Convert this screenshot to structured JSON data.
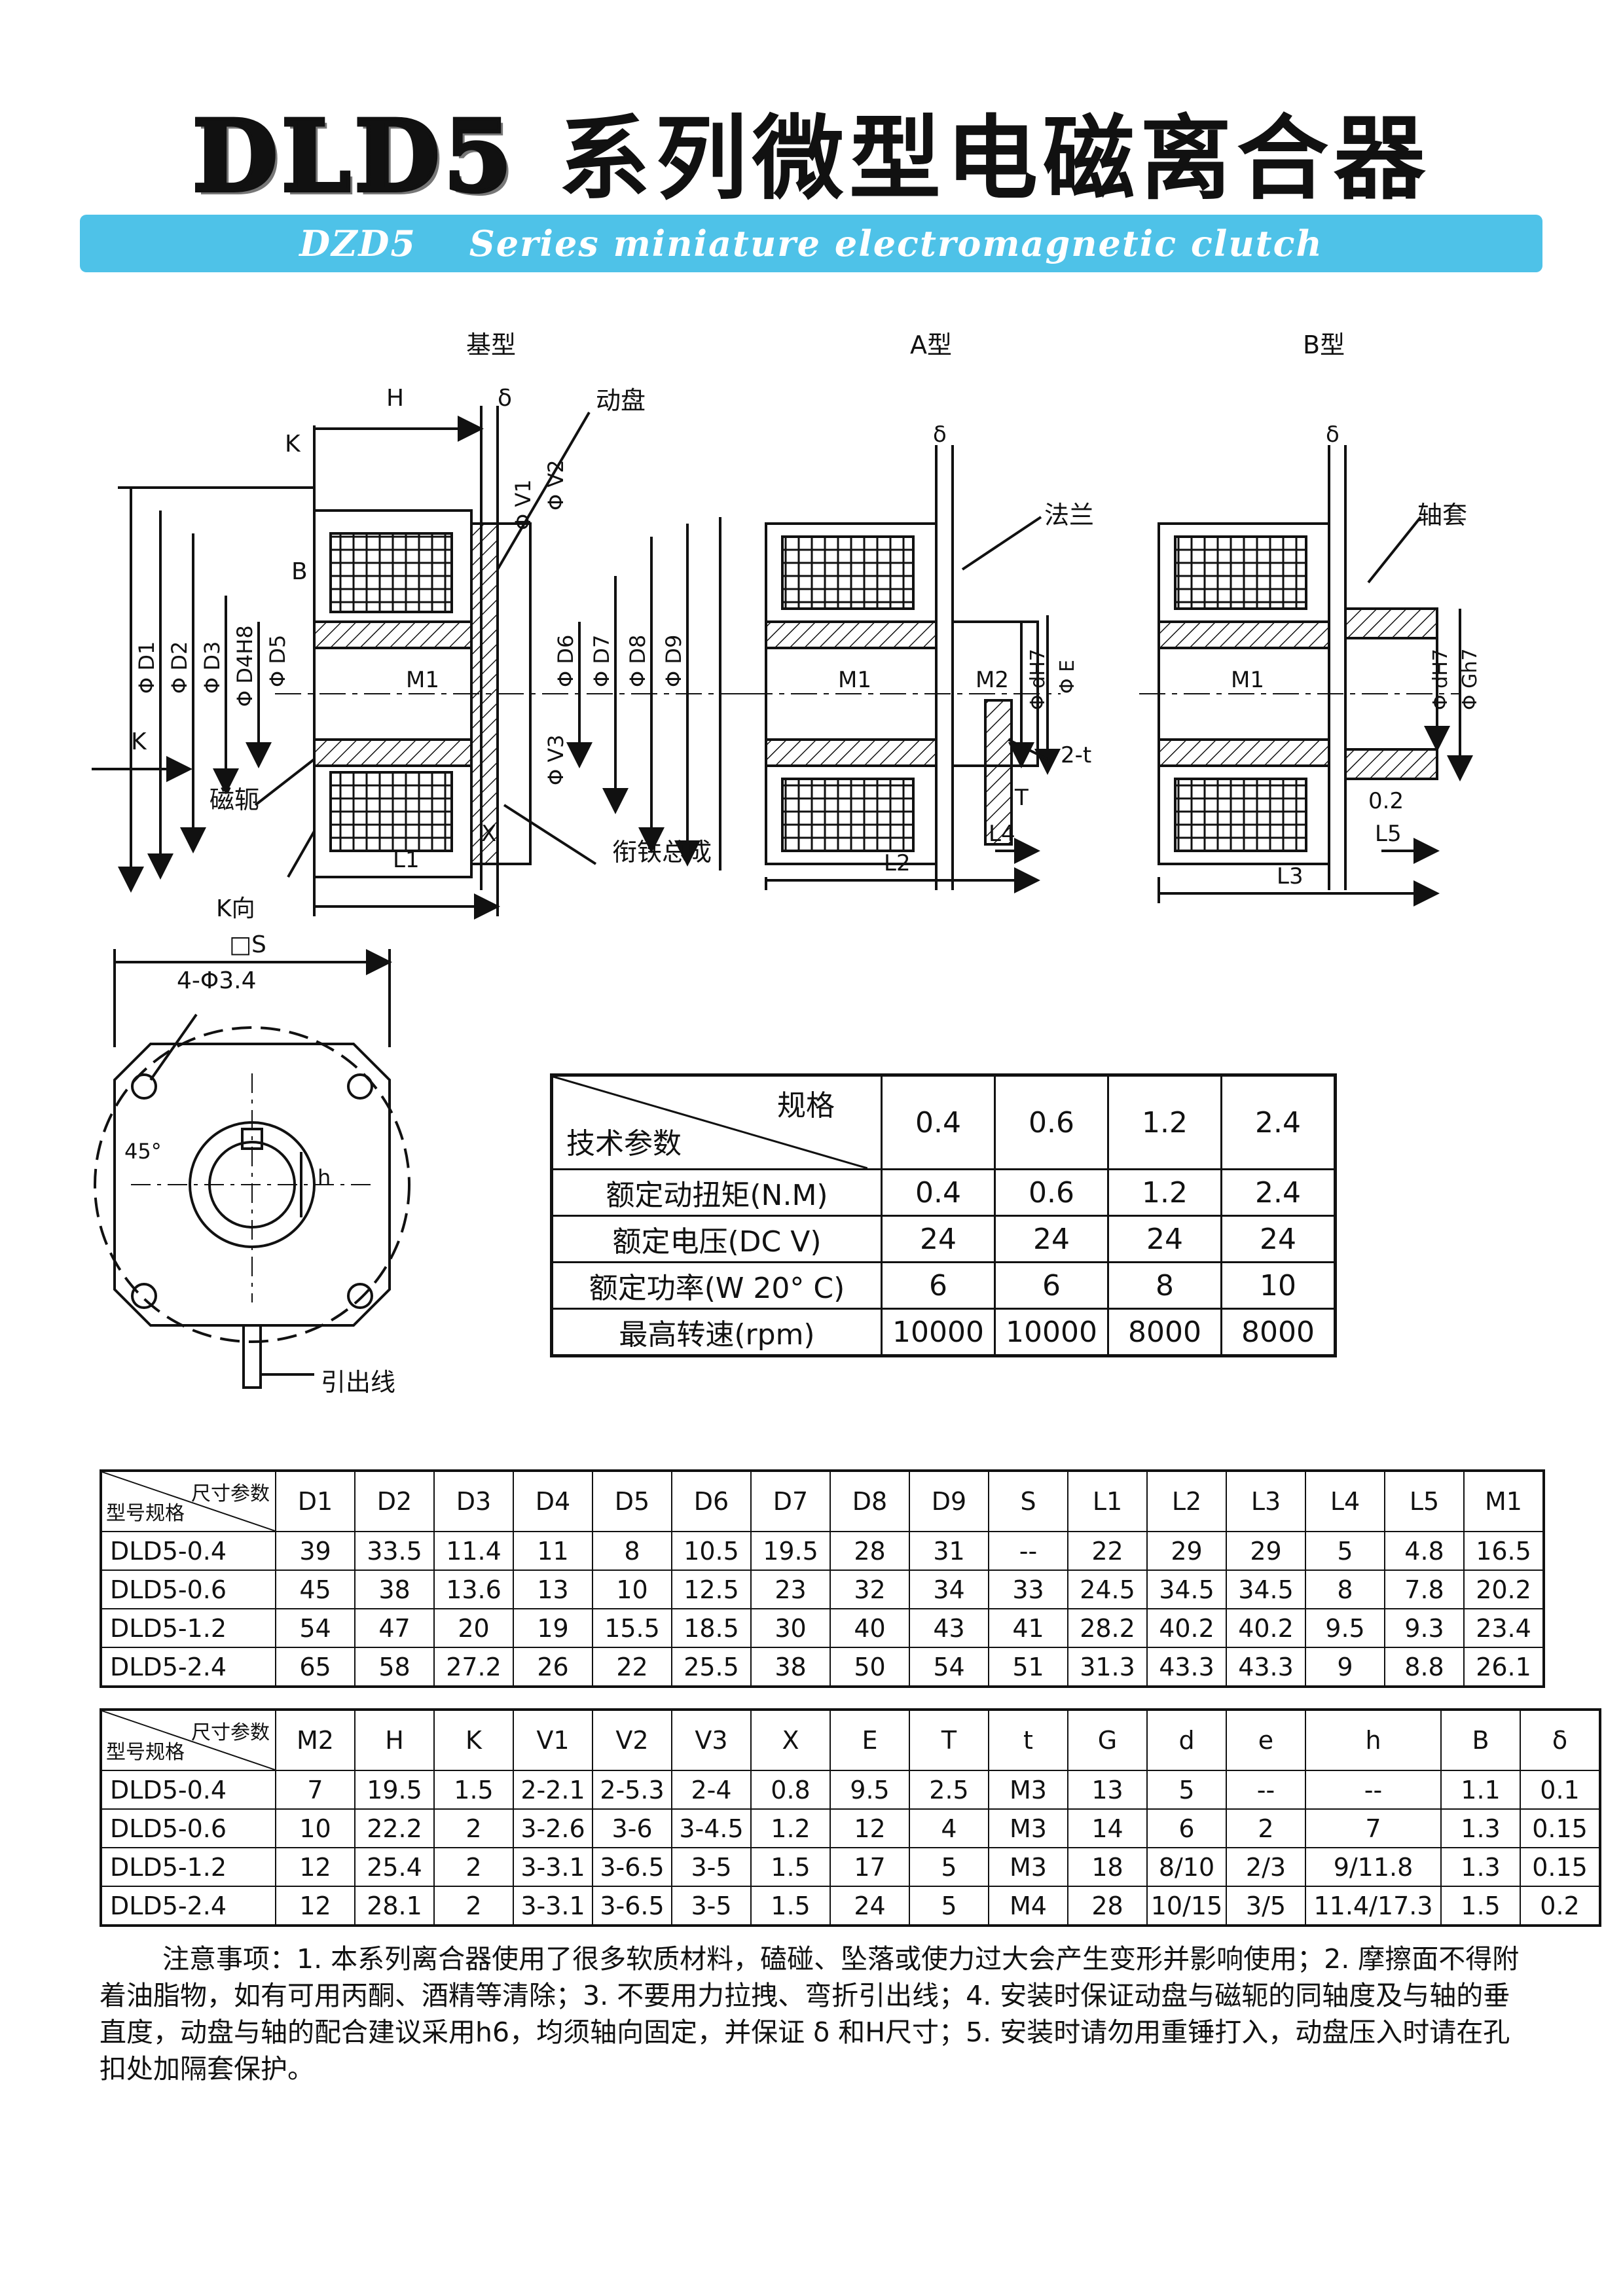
{
  "title": {
    "model": "DLD5",
    "name": "系列微型电磁离合器"
  },
  "subtitle": {
    "code": "DZD5",
    "text": "Series miniature electromagnetic clutch"
  },
  "drawing": {
    "views": {
      "base": "基型",
      "a": "A型",
      "b": "B型",
      "k": "K向"
    },
    "callouts": {
      "moving_disc": "动盘",
      "yoke": "磁轭",
      "armature": "衔铁总成",
      "flange": "法兰",
      "sleeve": "轴套",
      "lead": "引出线"
    },
    "dims": {
      "H": "H",
      "delta": "δ",
      "K": "K",
      "B": "B",
      "D1": "Φ D1",
      "D2": "Φ D2",
      "D3": "Φ D3",
      "D4": "Φ D4H8",
      "D5": "Φ D5",
      "V1": "Φ V1",
      "V2": "Φ V2",
      "V3": "Φ V3",
      "D6": "Φ D6",
      "D7": "Φ D7",
      "D8": "Φ D8",
      "D9": "Φ D9",
      "M1": "M1",
      "M2": "M2",
      "X": "X",
      "L1": "L1",
      "L2": "L2",
      "L3": "L3",
      "L4": "L4",
      "L5": "L5",
      "dH7": "Φ dH7",
      "E": "Φ E",
      "GH7": "Φ Gh7",
      "T": "T",
      "t2": "2-t",
      "gap": "0.2",
      "S": "□S",
      "holes": "4-Φ3.4",
      "angle": "45°",
      "h": "h",
      "arrow": "K"
    }
  },
  "spec_table": {
    "corner_top": "规格",
    "corner_bottom": "技术参数",
    "sizes": [
      "0.4",
      "0.6",
      "1.2",
      "2.4"
    ],
    "rows": [
      {
        "label": "额定动扭矩(N.M)",
        "values": [
          "0.4",
          "0.6",
          "1.2",
          "2.4"
        ]
      },
      {
        "label": "额定电压(DC V)",
        "values": [
          "24",
          "24",
          "24",
          "24"
        ]
      },
      {
        "label": "额定功率(W 20° C)",
        "values": [
          "6",
          "6",
          "8",
          "10"
        ]
      },
      {
        "label": "最高转速(rpm)",
        "values": [
          "10000",
          "10000",
          "8000",
          "8000"
        ]
      }
    ]
  },
  "dim_table_1": {
    "corner_top": "尺寸参数",
    "corner_bottom": "型号规格",
    "headers": [
      "D1",
      "D2",
      "D3",
      "D4",
      "D5",
      "D6",
      "D7",
      "D8",
      "D9",
      "S",
      "L1",
      "L2",
      "L3",
      "L4",
      "L5",
      "M1"
    ],
    "rows": [
      {
        "model": "DLD5-0.4",
        "values": [
          "39",
          "33.5",
          "11.4",
          "11",
          "8",
          "10.5",
          "19.5",
          "28",
          "31",
          "--",
          "22",
          "29",
          "29",
          "5",
          "4.8",
          "16.5"
        ]
      },
      {
        "model": "DLD5-0.6",
        "values": [
          "45",
          "38",
          "13.6",
          "13",
          "10",
          "12.5",
          "23",
          "32",
          "34",
          "33",
          "24.5",
          "34.5",
          "34.5",
          "8",
          "7.8",
          "20.2"
        ]
      },
      {
        "model": "DLD5-1.2",
        "values": [
          "54",
          "47",
          "20",
          "19",
          "15.5",
          "18.5",
          "30",
          "40",
          "43",
          "41",
          "28.2",
          "40.2",
          "40.2",
          "9.5",
          "9.3",
          "23.4"
        ]
      },
      {
        "model": "DLD5-2.4",
        "values": [
          "65",
          "58",
          "27.2",
          "26",
          "22",
          "25.5",
          "38",
          "50",
          "54",
          "51",
          "31.3",
          "43.3",
          "43.3",
          "9",
          "8.8",
          "26.1"
        ]
      }
    ]
  },
  "dim_table_2": {
    "corner_top": "尺寸参数",
    "corner_bottom": "型号规格",
    "headers": [
      "M2",
      "H",
      "K",
      "V1",
      "V2",
      "V3",
      "X",
      "E",
      "T",
      "t",
      "G",
      "d",
      "e",
      "h",
      "B",
      "δ"
    ],
    "rows": [
      {
        "model": "DLD5-0.4",
        "values": [
          "7",
          "19.5",
          "1.5",
          "2-2.1",
          "2-5.3",
          "2-4",
          "0.8",
          "9.5",
          "2.5",
          "M3",
          "13",
          "5",
          "--",
          "--",
          "1.1",
          "0.1"
        ]
      },
      {
        "model": "DLD5-0.6",
        "values": [
          "10",
          "22.2",
          "2",
          "3-2.6",
          "3-6",
          "3-4.5",
          "1.2",
          "12",
          "4",
          "M3",
          "14",
          "6",
          "2",
          "7",
          "1.3",
          "0.15"
        ]
      },
      {
        "model": "DLD5-1.2",
        "values": [
          "12",
          "25.4",
          "2",
          "3-3.1",
          "3-6.5",
          "3-5",
          "1.5",
          "17",
          "5",
          "M3",
          "18",
          "8/10",
          "2/3",
          "9/11.8",
          "1.3",
          "0.15"
        ]
      },
      {
        "model": "DLD5-2.4",
        "values": [
          "12",
          "28.1",
          "2",
          "3-3.1",
          "3-6.5",
          "3-5",
          "1.5",
          "24",
          "5",
          "M4",
          "28",
          "10/15",
          "3/5",
          "11.4/17.3",
          "1.5",
          "0.2"
        ]
      }
    ]
  },
  "notes": "注意事项：1. 本系列离合器使用了很多软质材料，磕碰、坠落或使力过大会产生变形并影响使用；2. 摩擦面不得附着油脂物，如有可用丙酮、酒精等清除；3. 不要用力拉拽、弯折引出线；4. 安装时保证动盘与磁轭的同轴度及与轴的垂直度，动盘与轴的配合建议采用h6，均须轴向固定，并保证 δ 和H尺寸；5. 安装时请勿用重锤打入，动盘压入时请在孔扣处加隔套保护。"
}
